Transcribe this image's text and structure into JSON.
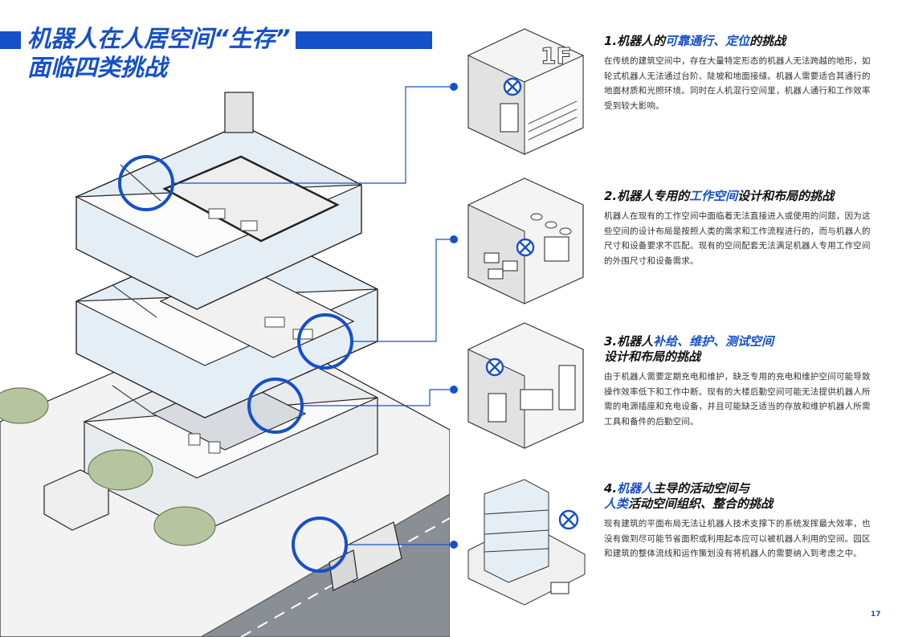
{
  "page": {
    "title_line1": "机器人在人居空间“生存”",
    "title_line2": "面临四类挑战",
    "page_number": "17",
    "accent_color": "#1550c9"
  },
  "sections": [
    {
      "number": "1.",
      "title_parts": [
        "机器人的",
        "可靠通行、定位",
        "的挑战"
      ],
      "body": "在传统的建筑空间中，存在大量特定形态的机器人无法跨越的地形，如轮式机器人无法通过台阶、陡坡和地面接缝。机器人需要适合其通行的地面材质和光照环境。同时在人机混行空间里，机器人通行和工作效率受到较大影响。",
      "thumb_label": "1F",
      "icon": "prohibited-icon"
    },
    {
      "number": "2.",
      "title_parts": [
        "机器人专用的",
        "工作空间",
        "设计和布局的挑战"
      ],
      "body": "机器人在现有的工作空间中面临着无法直接进入或使用的问题，因为这些空间的设计布局是按照人类的需求和工作流程进行的，而与机器人的尺寸和设备要求不匹配。现有的空间配套无法满足机器人专用工作空间的外围尺寸和设备需求。",
      "icon": "prohibited-icon"
    },
    {
      "number": "3.",
      "title_parts": [
        "机器人",
        "补给、维护、测试空间",
        "设计和布局的挑战"
      ],
      "body": "由于机器人需要定期充电和维护，缺乏专用的充电和维护空间可能导致操作效率低下和工作中断。现有的大楼后勤空间可能无法提供机器人所需的电源插座和充电设备，并且可能缺乏适当的存放和维护机器人所需工具和备件的后勤空间。",
      "icon": "prohibited-icon"
    },
    {
      "number": "4.",
      "title_parts": [
        "机器人",
        "主导的活动空间与",
        "人类",
        "活动空间组织、整合的挑战"
      ],
      "body": "现有建筑的平面布局无法让机器人技术支撑下的系统发挥最大效率，也没有做到尽可能节省面积或利用起本应可以被机器人利用的空间。园区和建筑的整体流线和运作策划没有将机器人的需要纳入到考虑之中。",
      "icon": "prohibited-icon"
    }
  ]
}
